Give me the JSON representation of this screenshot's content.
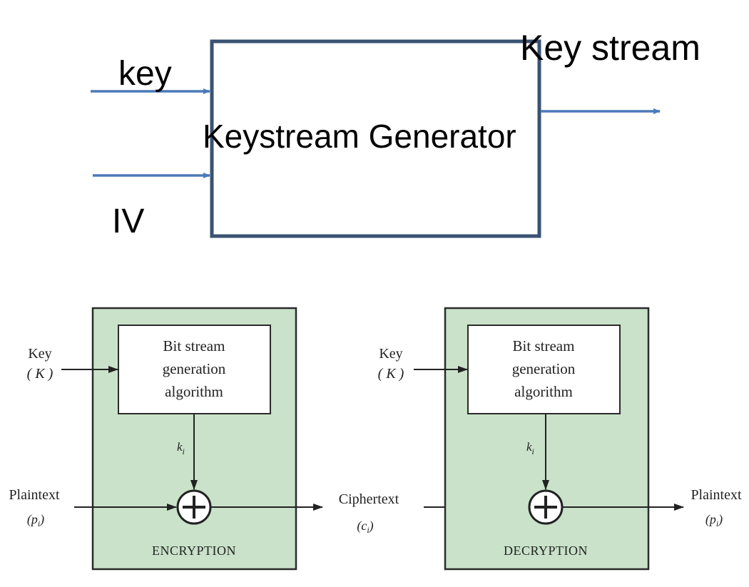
{
  "top_diagram": {
    "input_key_label": "key",
    "input_iv_label": "IV",
    "block_label": "Keystream Generator",
    "output_label": "Key stream"
  },
  "bottom_diagram": {
    "encryption": {
      "key_label_line1": "Key",
      "key_label_line2": "( K )",
      "generator_line1": "Bit stream",
      "generator_line2": "generation",
      "generator_line3": "algorithm",
      "keystream_symbol": "k",
      "keystream_subscript": "i",
      "input_label": "Plaintext",
      "input_symbol": "(p",
      "input_subscript": "i",
      "input_close": ")",
      "caption": "ENCRYPTION"
    },
    "middle": {
      "label": "Ciphertext",
      "symbol": "(c",
      "subscript": "i",
      "close": ")"
    },
    "decryption": {
      "key_label_line1": "Key",
      "key_label_line2": "( K )",
      "generator_line1": "Bit stream",
      "generator_line2": "generation",
      "generator_line3": "algorithm",
      "keystream_symbol": "k",
      "keystream_subscript": "i",
      "output_label": "Plaintext",
      "output_symbol": "(p",
      "output_subscript": "i",
      "output_close": ")",
      "caption": "DECRYPTION"
    }
  },
  "colors": {
    "block_stroke": "#3a5272",
    "arrow": "#4a7ab8",
    "panel_fill": "#c9e2c9",
    "panel_stroke": "#2b2b2b"
  }
}
